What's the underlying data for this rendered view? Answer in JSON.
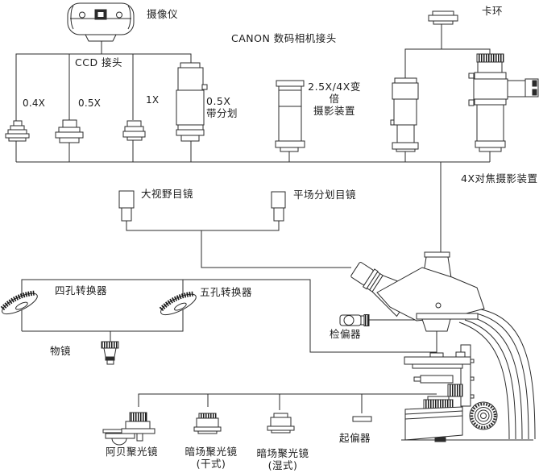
{
  "colors": {
    "line": "#2b2b2b",
    "background": "#ffffff",
    "dark_fill": "#1a1a1a"
  },
  "labels": {
    "camera": "摄像仪",
    "canon_adapter": "CANON 数码相机接头",
    "ccd_adapter": "CCD 接头",
    "adapter_04x": "0.4X",
    "adapter_05x": "0.5X",
    "adapter_1x": "1X",
    "reticle_adapter_line1": "0.5X",
    "reticle_adapter_line2": "带分划",
    "zoom_device_line1": "2.5X/4X变倍",
    "zoom_device_line2": "摄影装置",
    "clamp_ring": "卡环",
    "focus_device": "4X对焦摄影装置",
    "widefield_eyepiece": "大视野目镜",
    "plan_reticle_eyepiece": "平场分划目镜",
    "nosepiece_4": "四孔转换器",
    "nosepiece_5": "五孔转换器",
    "objective": "物镜",
    "analyzer": "检偏器",
    "abbe_condenser": "阿贝聚光镜",
    "darkfield_dry_line1": "暗场聚光镜",
    "darkfield_dry_line2": "(干式)",
    "darkfield_wet_line1": "暗场聚光镜",
    "darkfield_wet_line2": "(湿式)",
    "polarizer": "起偏器"
  }
}
